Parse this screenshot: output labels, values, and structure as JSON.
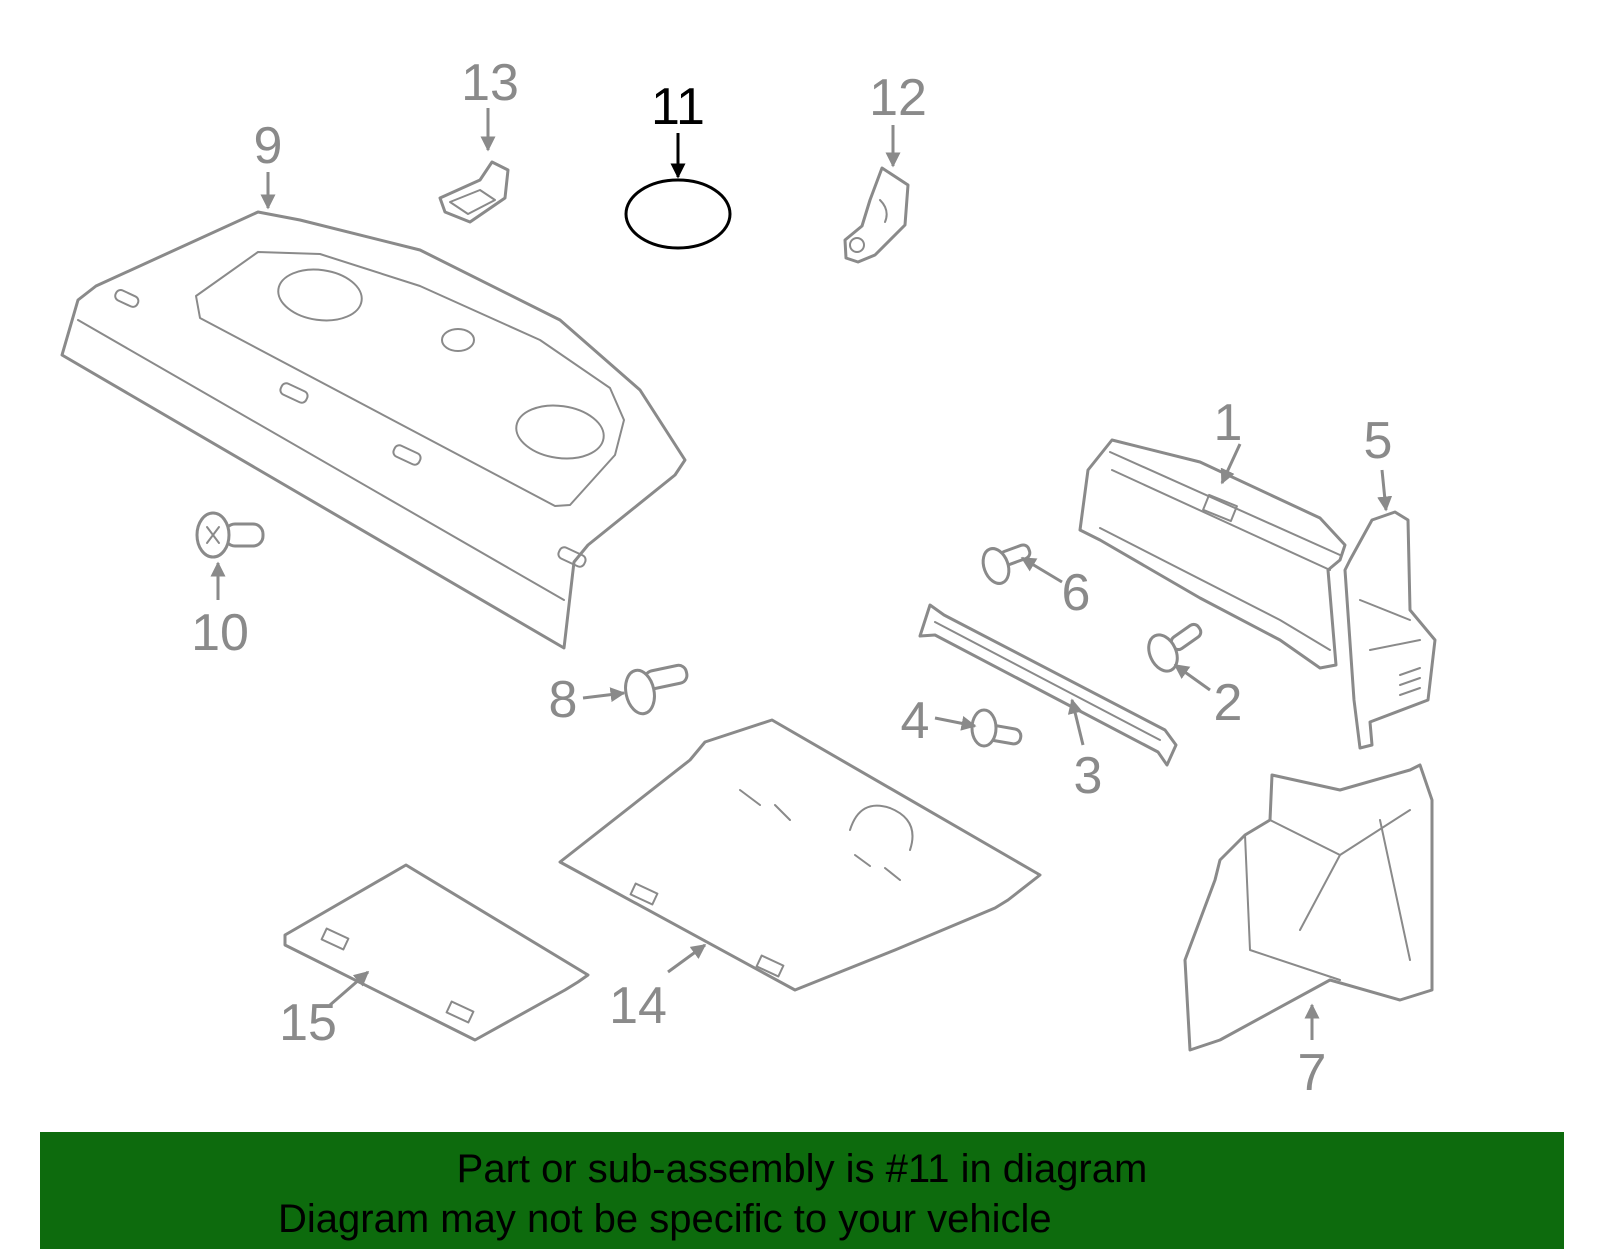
{
  "colors": {
    "part_stroke": "#8a8a8a",
    "highlight": "#000000",
    "banner_background": "#0d6b0d",
    "banner_text": "#000000"
  },
  "callouts": {
    "c1": "1",
    "c2": "2",
    "c3": "3",
    "c4": "4",
    "c5": "5",
    "c6": "6",
    "c7": "7",
    "c8": "8",
    "c9": "9",
    "c10": "10",
    "c11": "11",
    "c12": "12",
    "c13": "13",
    "c14": "14",
    "c15": "15"
  },
  "highlighted_part": "11",
  "banner": {
    "line1": "Part or sub-assembly is #11 in diagram",
    "line2": "Diagram may not be specific to your vehicle"
  }
}
